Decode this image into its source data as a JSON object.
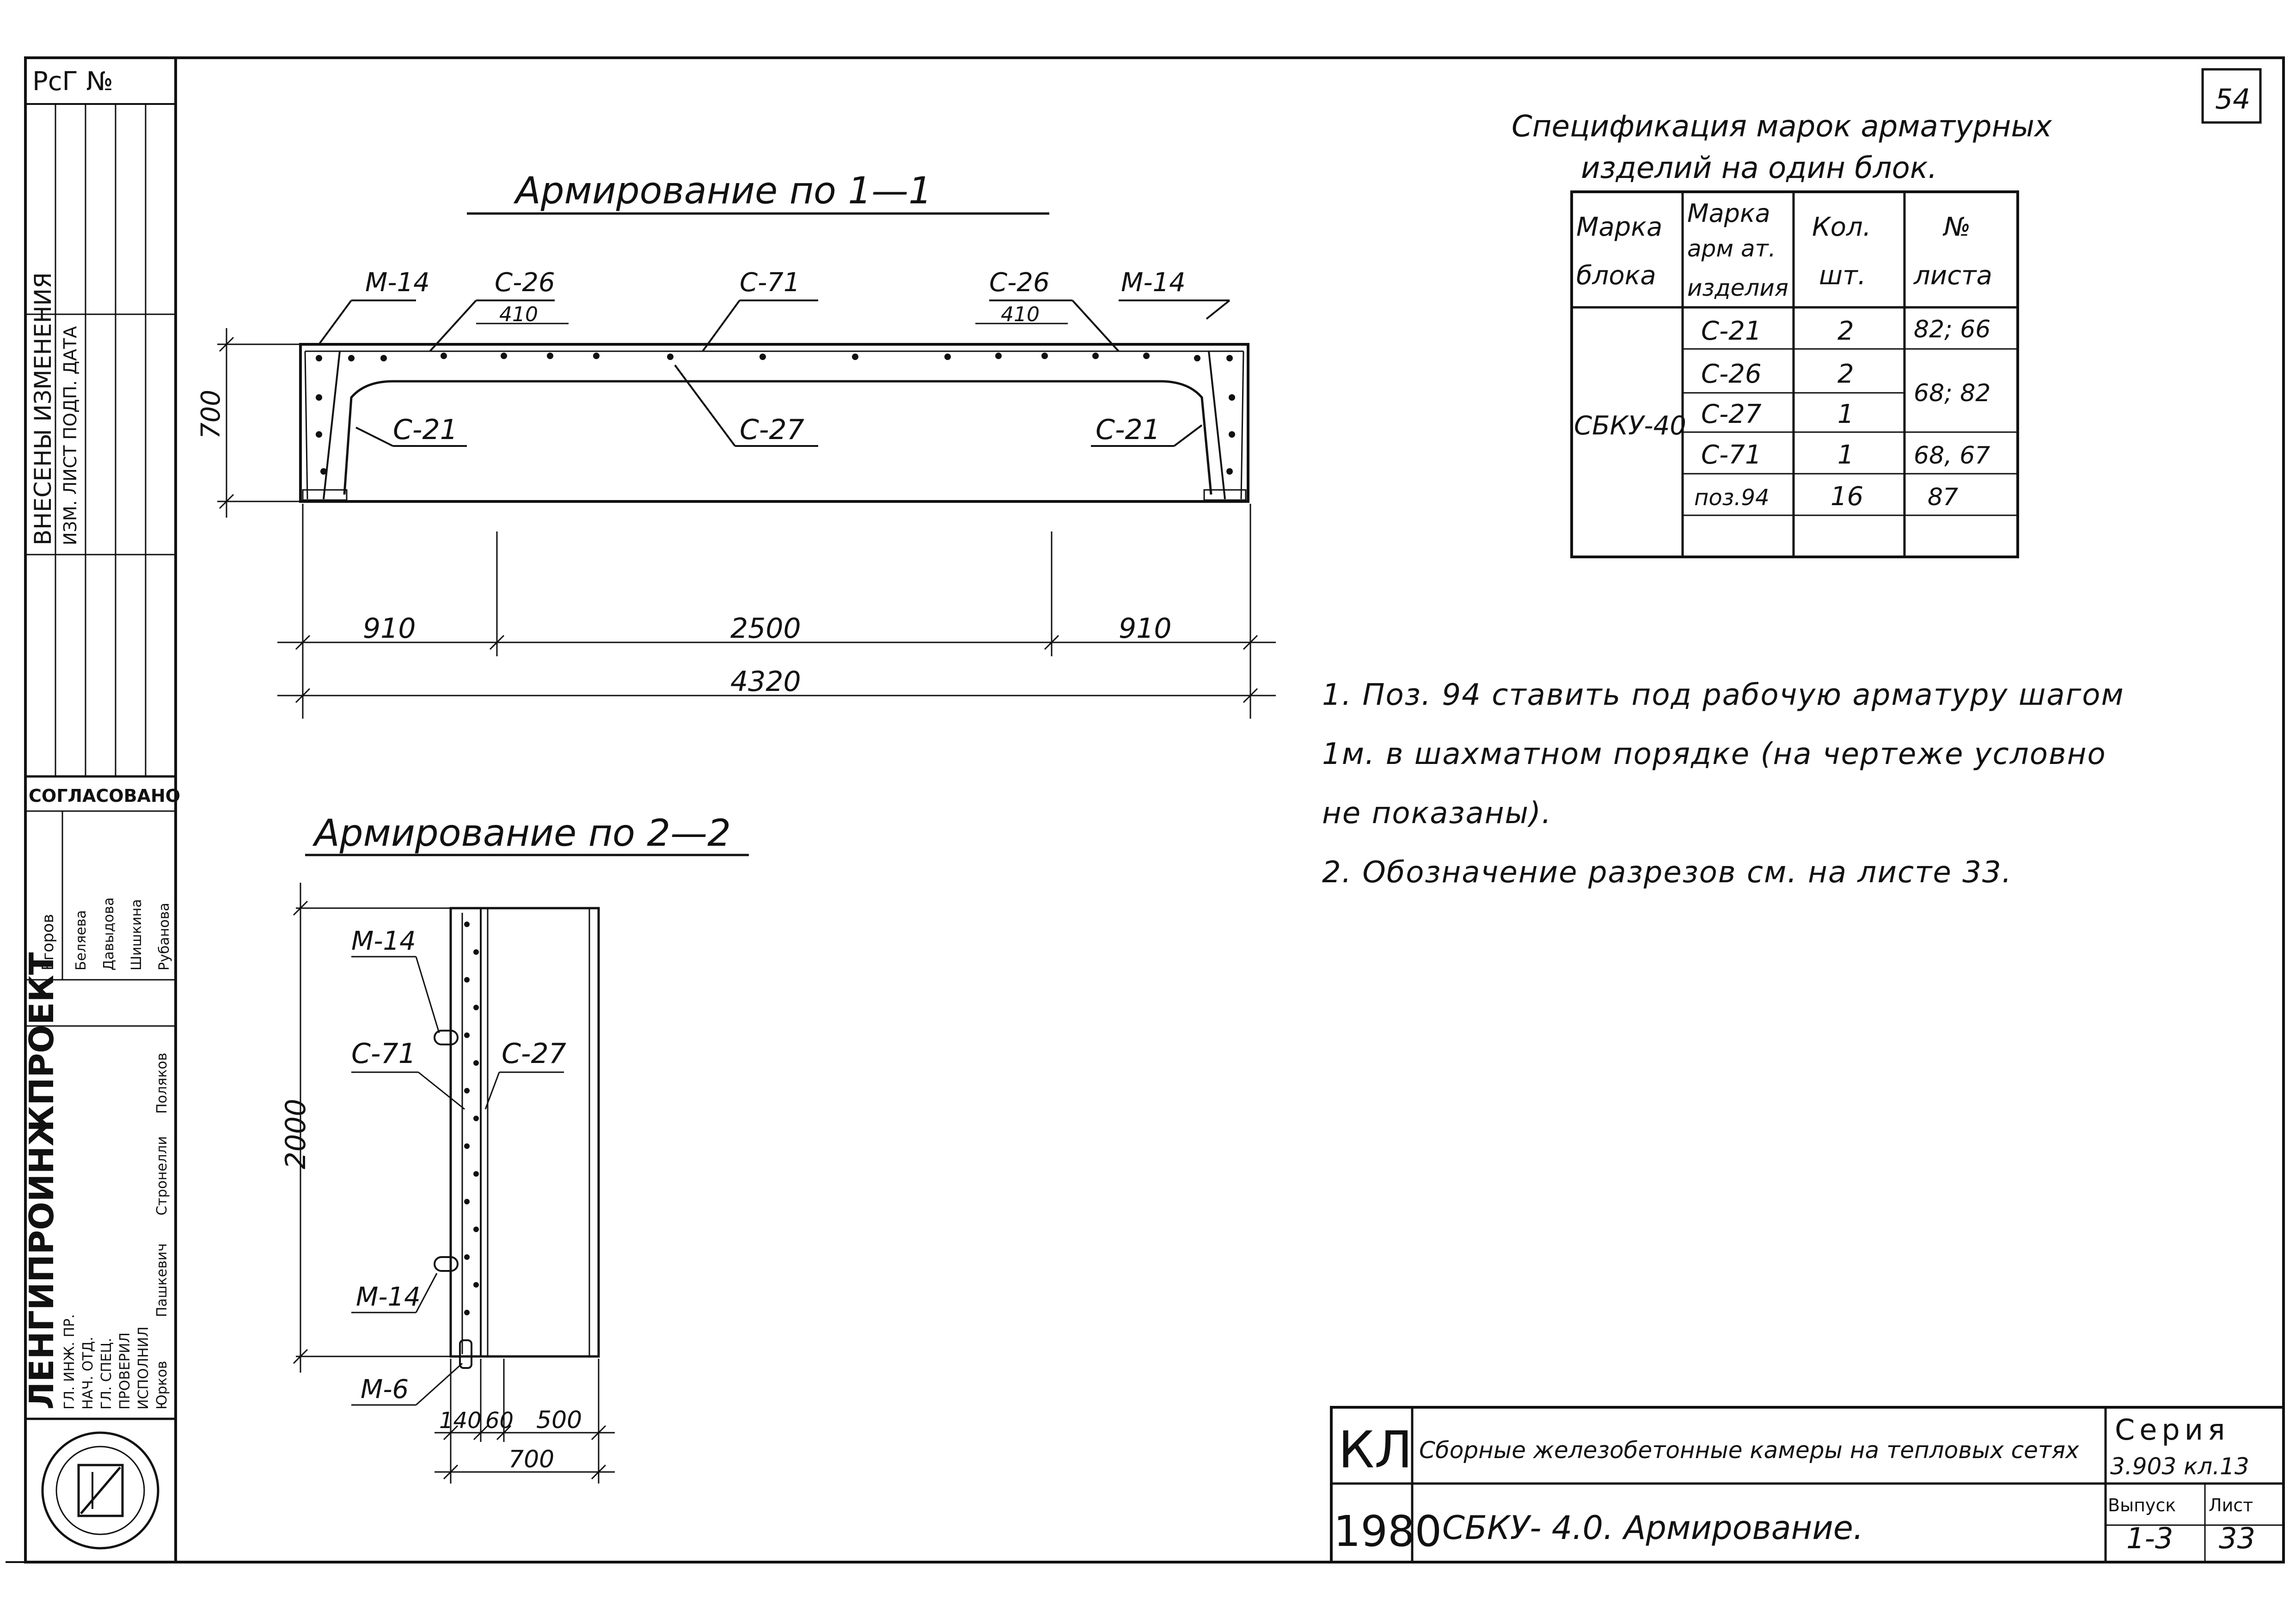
{
  "sheet": {
    "page_number": "54"
  },
  "left_strip": {
    "top_label": "РсГ №",
    "change_heading": "ВНЕСЕНЫ ИЗМЕНЕНИЯ",
    "change_sub": "ИЗМ. ЛИСТ ПОДП. ДАТА",
    "agreed": "СОГЛАСОВАНО",
    "agree_names": [
      "Егоров",
      "Беляева",
      "Давыдова",
      "Шишкина",
      "Рубанова"
    ],
    "org": "ЛЕНГИПРОИНЖПРОЕКТ",
    "roles": [
      "ГЛ. ИНЖ. ПР.",
      "НАЧ. ОТД.",
      "ГЛ. СПЕЦ.",
      "ПРОВЕРИЛ",
      "ИСПОЛНИЛ"
    ],
    "names": [
      "Юрков",
      "Пашкевич",
      "Стронелли",
      "Поляков"
    ]
  },
  "section_1": {
    "title": "Армирование по 1—1",
    "labels": {
      "m14_left": "М-14",
      "m14_right": "М-14",
      "c26_left": "С-26",
      "c26_right": "С-26",
      "c71": "С-71",
      "c21_left": "С-21",
      "c21_right": "С-21",
      "c27": "С-27"
    },
    "dims": {
      "d410_left": "410",
      "d410_right": "410",
      "height": "700",
      "seg_left": "910",
      "seg_mid": "2500",
      "seg_right": "910",
      "total": "4320"
    }
  },
  "section_2": {
    "title": "Армирование по 2—2",
    "labels": {
      "m14_top": "М-14",
      "c71": "С-71",
      "c27": "С-27",
      "m14_bottom": "М-14",
      "m6": "М-6"
    },
    "dims": {
      "height": "2000",
      "d140": "140",
      "d60": "60",
      "d500": "500",
      "total": "700"
    }
  },
  "spec": {
    "title_line1": "Спецификация марок арматурных",
    "title_line2": "изделий на один блок.",
    "headers": [
      [
        "Марка",
        "блока"
      ],
      [
        "Марка",
        "арм ат.",
        "изделия"
      ],
      [
        "Кол.",
        "шт."
      ],
      [
        "№",
        "листа"
      ]
    ],
    "block": "СБКУ-40",
    "rows": [
      {
        "item": "С-21",
        "qty": "2",
        "sheet": "82; 66"
      },
      {
        "item": "С-26",
        "qty": "2",
        "sheet": "68; 82"
      },
      {
        "item": "С-27",
        "qty": "1",
        "sheet": ""
      },
      {
        "item": "С-71",
        "qty": "1",
        "sheet": "68, 67"
      },
      {
        "item": "поз.94",
        "qty": "16",
        "sheet": "87"
      }
    ]
  },
  "notes": [
    "1. Поз. 94 ставить под рабочую арматуру шагом",
    "1м. в шахматном порядке (на чертеже условно",
    "не показаны).",
    "2. Обозначение разрезов см. на листе 33."
  ],
  "title_block": {
    "logo": "КЛ",
    "year": "1980",
    "project": "Сборные железобетонные камеры на тепловых сетях",
    "series_label": "Серия",
    "series_value": "3.903 кл.13",
    "drawing": "СБКУ- 4.0.    Армирование.",
    "issue_label": "Выпуск",
    "issue_value": "1-3",
    "sheet_label": "Лист",
    "sheet_value": "33"
  }
}
